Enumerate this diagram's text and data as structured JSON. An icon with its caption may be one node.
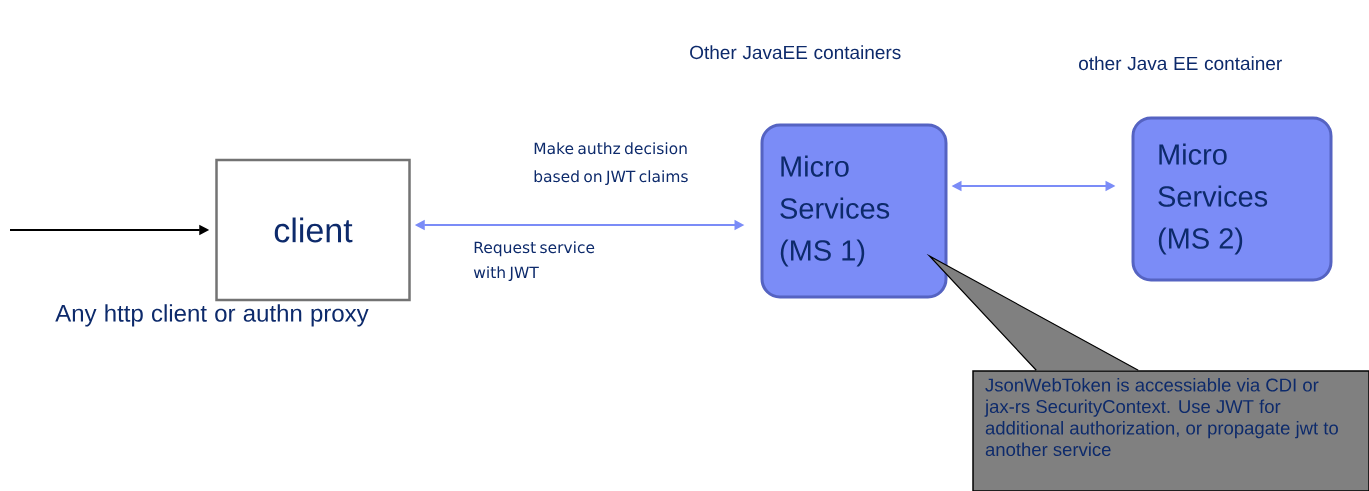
{
  "diagram": {
    "nodes": [
      {
        "text": [
          "client"
        ],
        "beside": [
          "Any http client or authn proxy"
        ]
      },
      {
        "text": [
          "Micro Services (MS 1)"
        ],
        "beside": [
          "Other JavaEE containers"
        ]
      },
      {
        "text": [
          "Micro Services (MS 2)"
        ],
        "beside": [
          "other Java EE container"
        ]
      },
      {
        "text": [
          "JsonWebToken is accessiable via CDI or jax-rs SecurityContext. Use JWT for  additional authorization, or propagate jwt to another service"
        ]
      }
    ],
    "edges": [
      {
        "from": null,
        "to": 0,
        "arrow": "to",
        "color": "#000000"
      },
      {
        "from": 0,
        "to": 1,
        "arrow": "both",
        "label": "Request service with JWT"
      },
      {
        "from": 1,
        "to": 2,
        "arrow": "both"
      }
    ],
    "labels": [
      "Make authz decision based on JWT claims"
    ]
  }
}
